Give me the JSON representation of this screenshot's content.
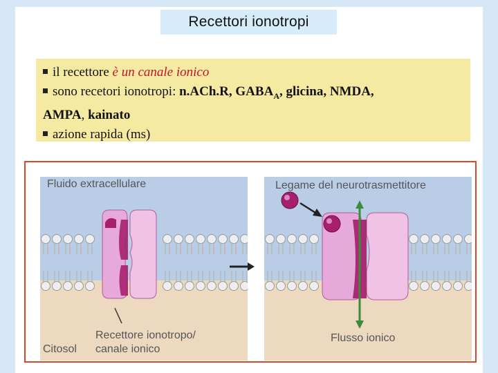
{
  "title": "Recettori ionotropi",
  "bullets": [
    {
      "plain": "il recettore ",
      "highlight": "è un canale  ionico"
    },
    {
      "plain": "sono recetori ionotropi: ",
      "receptors_1": "n.ACh.R,  GABA",
      "gaba_sub": "A",
      "receptors_2": ",  glicina, NMDA,",
      "line2": "AMPA",
      "line2_sep": ", ",
      "line2_b": "kainato"
    },
    {
      "plain": "azione rapida (ms)"
    }
  ],
  "figure": {
    "left_panel": {
      "extracellular_label": "Fluido extracellulare",
      "cytosol_label": "Citosol",
      "receptor_label_line1": "Recettore ionotropo/",
      "receptor_label_line2": "canale ionico"
    },
    "right_panel": {
      "binding_label": "Legame del neurotrasmettitore",
      "flow_label": "Flusso ionico"
    }
  },
  "colors": {
    "background": "#d6e8f8",
    "title_box": "#d6ecfa",
    "info_box": "#f6eaa3",
    "highlight_red": "#c4122c",
    "frame_orange": "#d8492c",
    "extracellular_blue": "#b9cde6",
    "cytosol_beige": "#ecd9c0",
    "channel_pink": "#e7a9d9",
    "channel_magenta": "#a6206e",
    "flow_green": "#3c8a3c"
  }
}
